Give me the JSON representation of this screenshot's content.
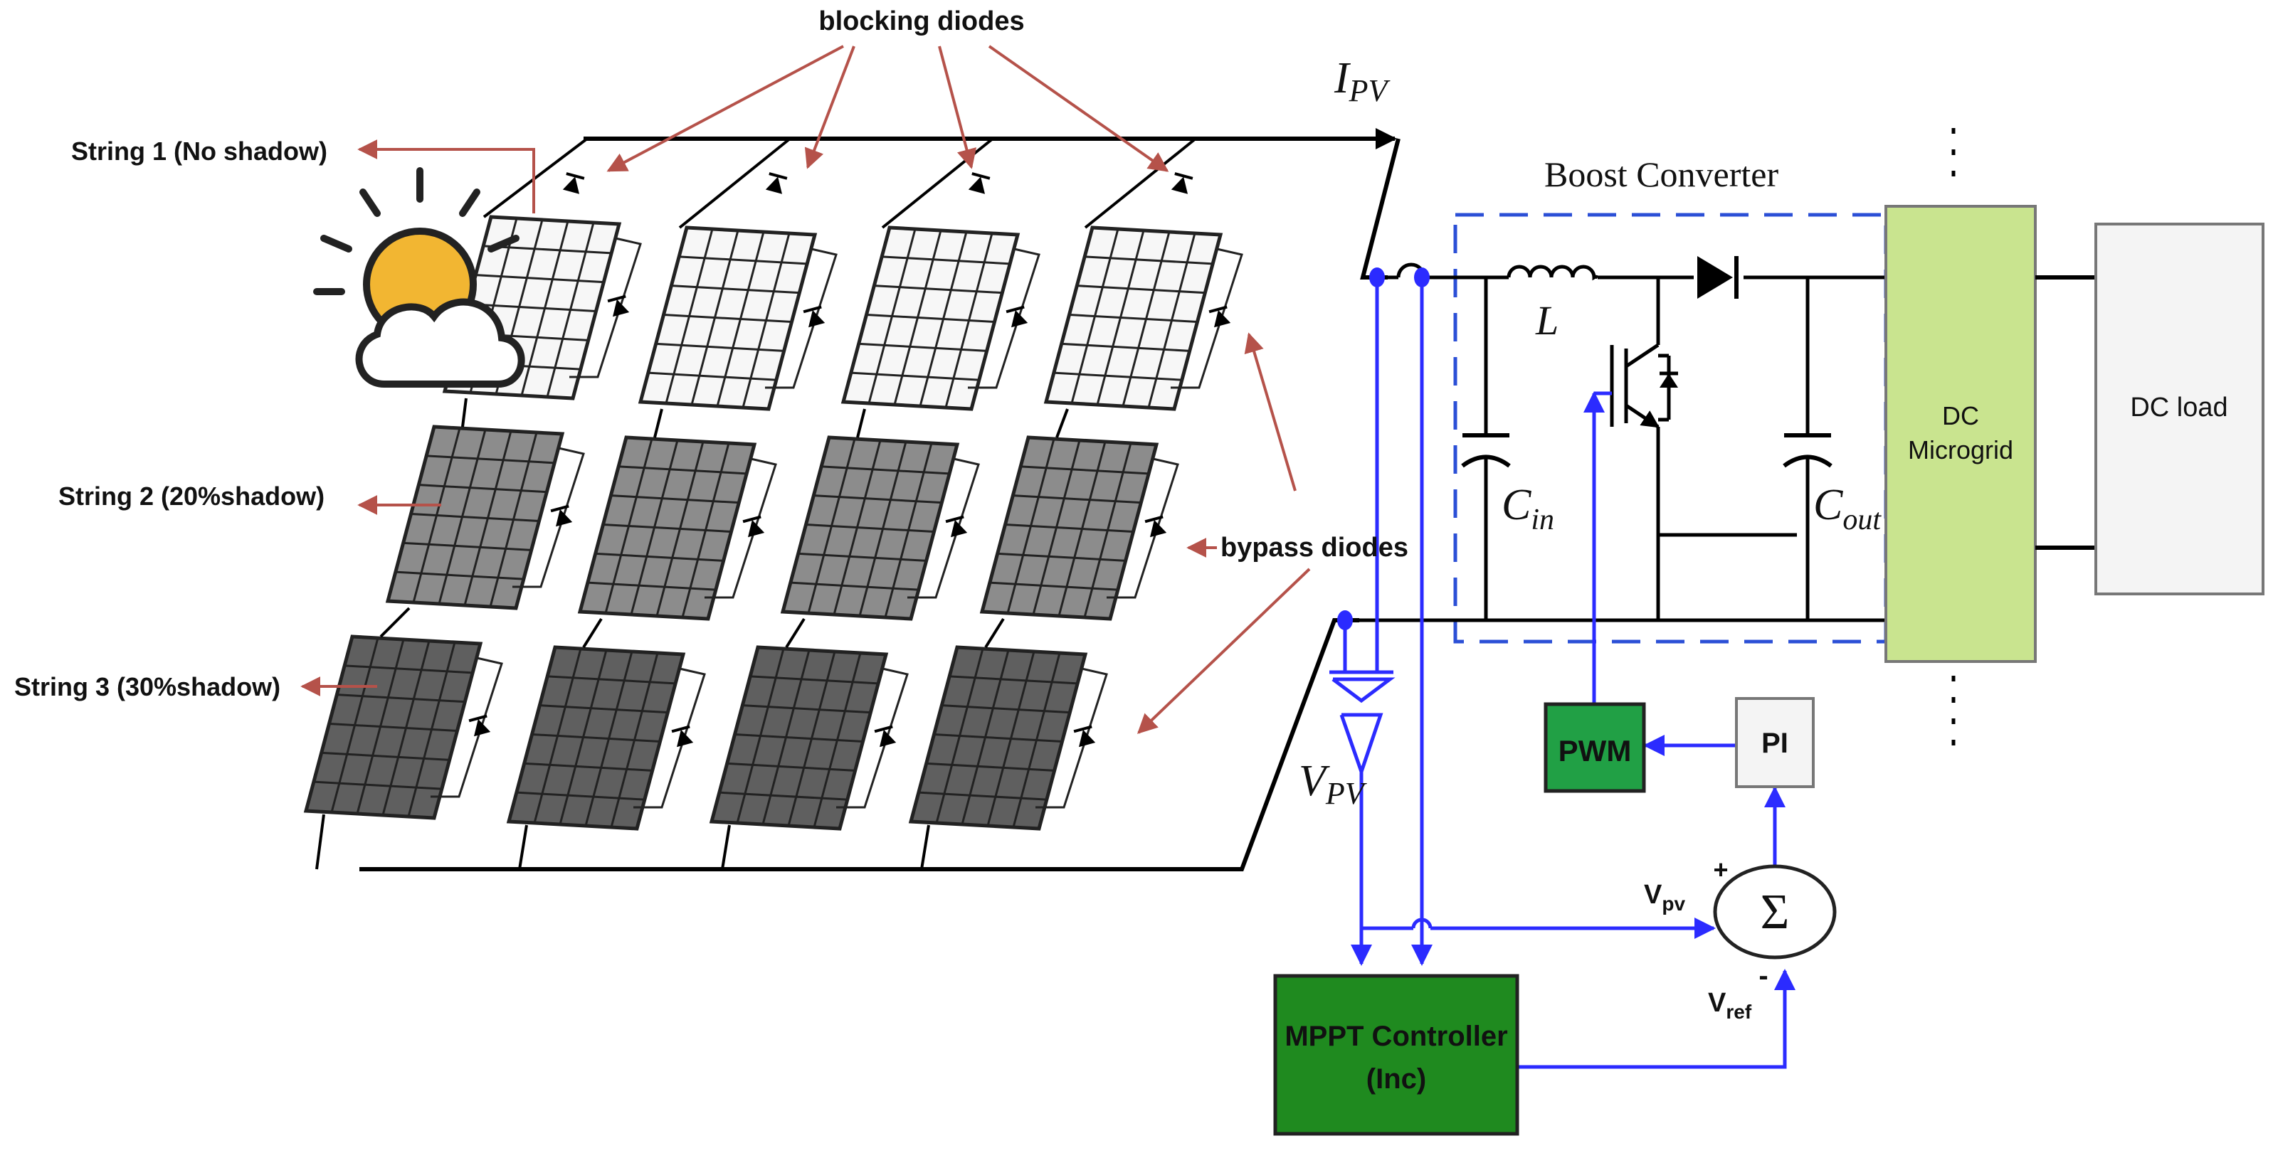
{
  "labels": {
    "blocking_diodes": "blocking diodes",
    "bypass_diodes": "bypass diodes",
    "string1": "String 1 (No shadow)",
    "string2": "String 2 (20%shadow)",
    "string3": "String 3 (30%shadow)",
    "ipv_main": "I",
    "ipv_sub": "PV",
    "vpv_main": "V",
    "vpv_sub": "PV",
    "boost_converter": "Boost Converter",
    "inductor": "L",
    "cin_main": "C",
    "cin_sub": "in",
    "cout_main": "C",
    "cout_sub": "out",
    "microgrid_line1": "DC",
    "microgrid_line2": "Microgrid",
    "dc_load": "DC load",
    "pwm": "PWM",
    "pi": "PI",
    "sum_symbol": "Σ",
    "plus": "+",
    "minus": "-",
    "vpv_signal_main": "V",
    "vpv_signal_sub": "pv",
    "vref_main": "V",
    "vref_sub": "ref",
    "mppt_line1": "MPPT Controller",
    "mppt_line2": "(Inc)"
  },
  "colors": {
    "annotation_arrow": "#b5524a",
    "signal": "#2b2bff",
    "boost_box": "#2b4fd6",
    "microgrid_fill": "#c9e48f",
    "controller_fill": "#1f8a1f",
    "pwm_fill": "#21a045",
    "row1_panel": "#f7f7f7",
    "row2_panel": "#8c8c8c",
    "row3_panel": "#5f5f5f",
    "sun": "#f2b632"
  },
  "icons": [
    "sun-cloud-icon",
    "diode-icon",
    "capacitor-icon",
    "inductor-icon",
    "igbt-icon"
  ]
}
